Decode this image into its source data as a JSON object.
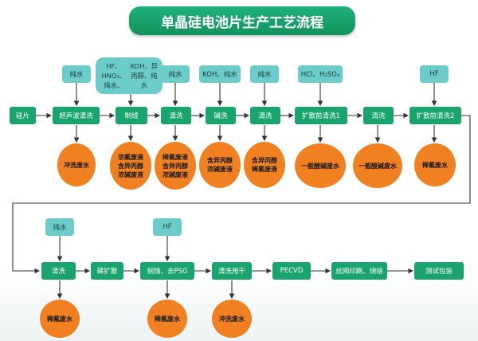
{
  "title": "单晶硅电池片生产工艺流程",
  "row1": {
    "start": "硅片",
    "steps": [
      "超声波清洗",
      "制绒",
      "清洗",
      "碱洗",
      "清洗",
      "扩散前清洗1",
      "清洗",
      "扩散前清洗2"
    ],
    "inputs": [
      {
        "label": "纯水"
      },
      {
        "lines": [
          "HF、HNO₃、纯水、",
          "KOH、异丙醇、纯水"
        ]
      },
      {
        "label": "纯水"
      },
      {
        "label": "KOH、纯水"
      },
      {
        "label": "纯水"
      },
      {
        "label": "HCl、H₂SO₄"
      },
      {
        "label": "HF"
      }
    ],
    "wastes": [
      {
        "lines": [
          "冲洗废水"
        ]
      },
      {
        "lines": [
          "浓氟废液",
          "含异丙醇",
          "浓碱废液"
        ]
      },
      {
        "lines": [
          "稀氟废液",
          "含异丙醇",
          "浓碱废液"
        ]
      },
      {
        "lines": [
          "含异丙醇",
          "浓碱废液"
        ]
      },
      {
        "lines": [
          "含异丙醇",
          "稀氟废液"
        ]
      },
      {
        "lines": [
          "一般酸碱废水"
        ]
      },
      {
        "lines": [
          "一般酸碱废水"
        ]
      },
      {
        "lines": [
          "稀氟废水"
        ]
      }
    ]
  },
  "row2": {
    "steps": [
      "清洗",
      "磷扩散",
      "刻蚀、去PSG",
      "清洗甩干",
      "PECVD",
      "丝网印刷、烧结",
      "测试包装"
    ],
    "inputs": [
      {
        "label": "纯水"
      },
      {
        "label": "HF"
      }
    ],
    "wastes": [
      {
        "lines": [
          "稀氟废水"
        ]
      },
      {
        "lines": [
          "稀氟废水"
        ]
      },
      {
        "lines": [
          "冲洗废水"
        ]
      }
    ]
  },
  "colors": {
    "process": "#1aa46d",
    "input": "#6cccc9",
    "waste": "#f08020",
    "title": "#13935f"
  }
}
